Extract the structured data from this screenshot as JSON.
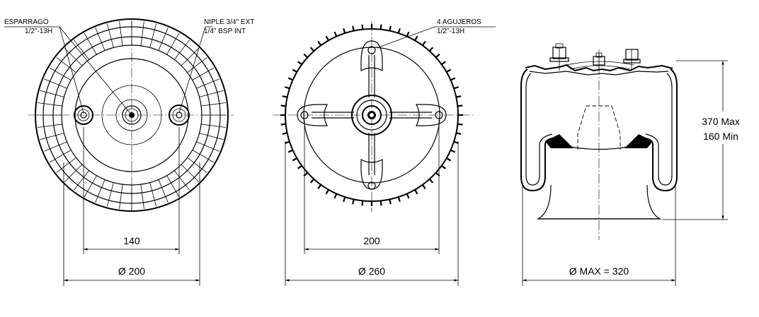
{
  "view1": {
    "label_stud_line1": "ESPARRAGO",
    "label_stud_line2": "1/2\"-13H",
    "label_nipple_line1": "NIPLE 3/4\" EXT",
    "label_nipple_line2": "1/4\" BSP INT",
    "dim_bolt_spacing": "140",
    "dim_diameter": "Ø 200"
  },
  "view2": {
    "label_holes_line1": "4 AGUJEROS",
    "label_holes_line2": "1/2\"-13H",
    "dim_hole_spacing": "200",
    "dim_diameter": "Ø 260"
  },
  "view3": {
    "dim_height_max": "370 Max",
    "dim_height_min": "160 Min",
    "dim_max_diameter": "Ø MAX = 320"
  }
}
